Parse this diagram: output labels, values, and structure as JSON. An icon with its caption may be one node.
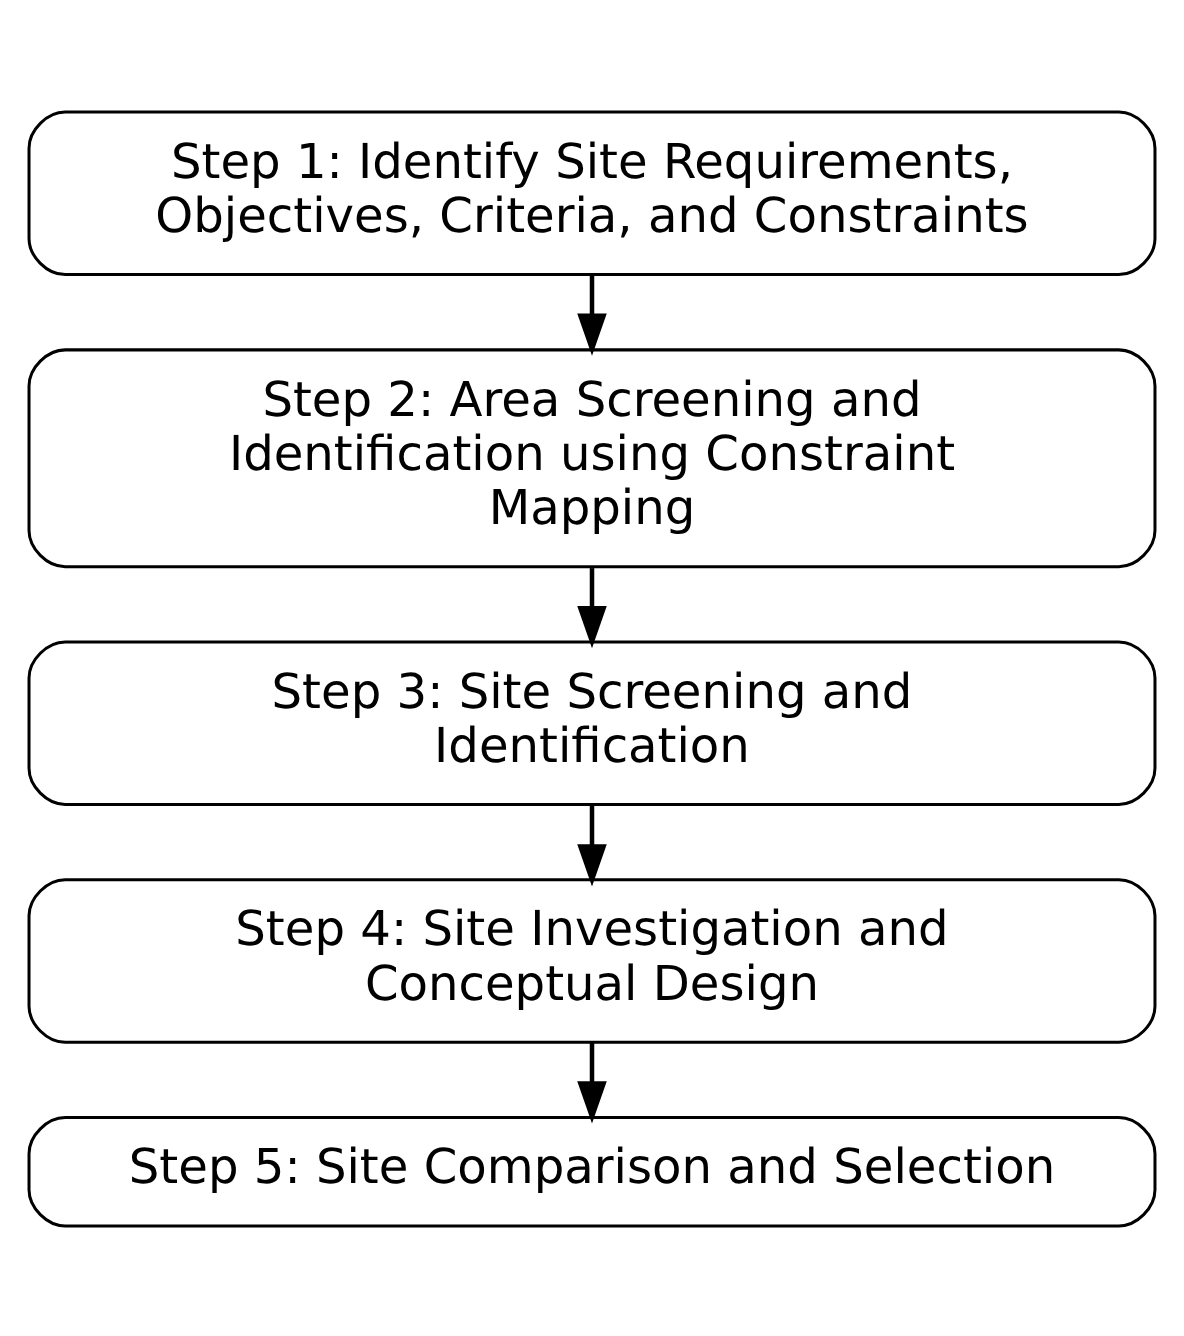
{
  "diagram": {
    "nodes": [
      {
        "text": [
          "Step 1: Identify Site Requirements, Objectives, Criteria, and Constraints"
        ]
      },
      {
        "text": [
          "Step 2: Area Screening and Identification using Constraint Mapping"
        ]
      },
      {
        "text": [
          "Step 3: Site Screening and Identification"
        ]
      },
      {
        "text": [
          "Step 4: Site Investigation and Conceptual Design"
        ]
      },
      {
        "text": [
          "Step 5: Site Comparison and Selection"
        ]
      }
    ],
    "edges": [
      {
        "from": 0,
        "to": 1,
        "arrow": "to"
      },
      {
        "from": 1,
        "to": 2,
        "arrow": "to"
      },
      {
        "from": 2,
        "to": 3,
        "arrow": "to"
      },
      {
        "from": 3,
        "to": 4,
        "arrow": "to"
      }
    ]
  }
}
